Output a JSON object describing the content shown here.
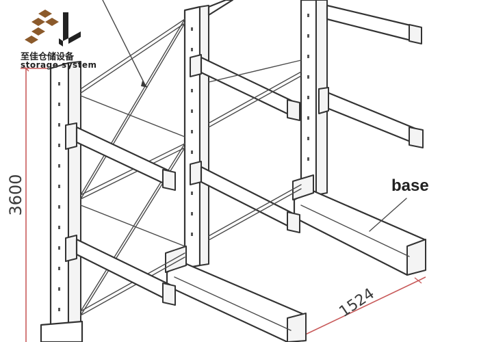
{
  "logo": {
    "chinese_text": "至佳仓储设备",
    "english_text": "storage system",
    "mark_color": "#8B5A2B",
    "mark_dark": "#222222"
  },
  "labels": {
    "base": "base",
    "height_dimension": "3600",
    "depth_dimension": "1524"
  },
  "colors": {
    "line": "#333333",
    "dimension": "#c85a5a"
  }
}
